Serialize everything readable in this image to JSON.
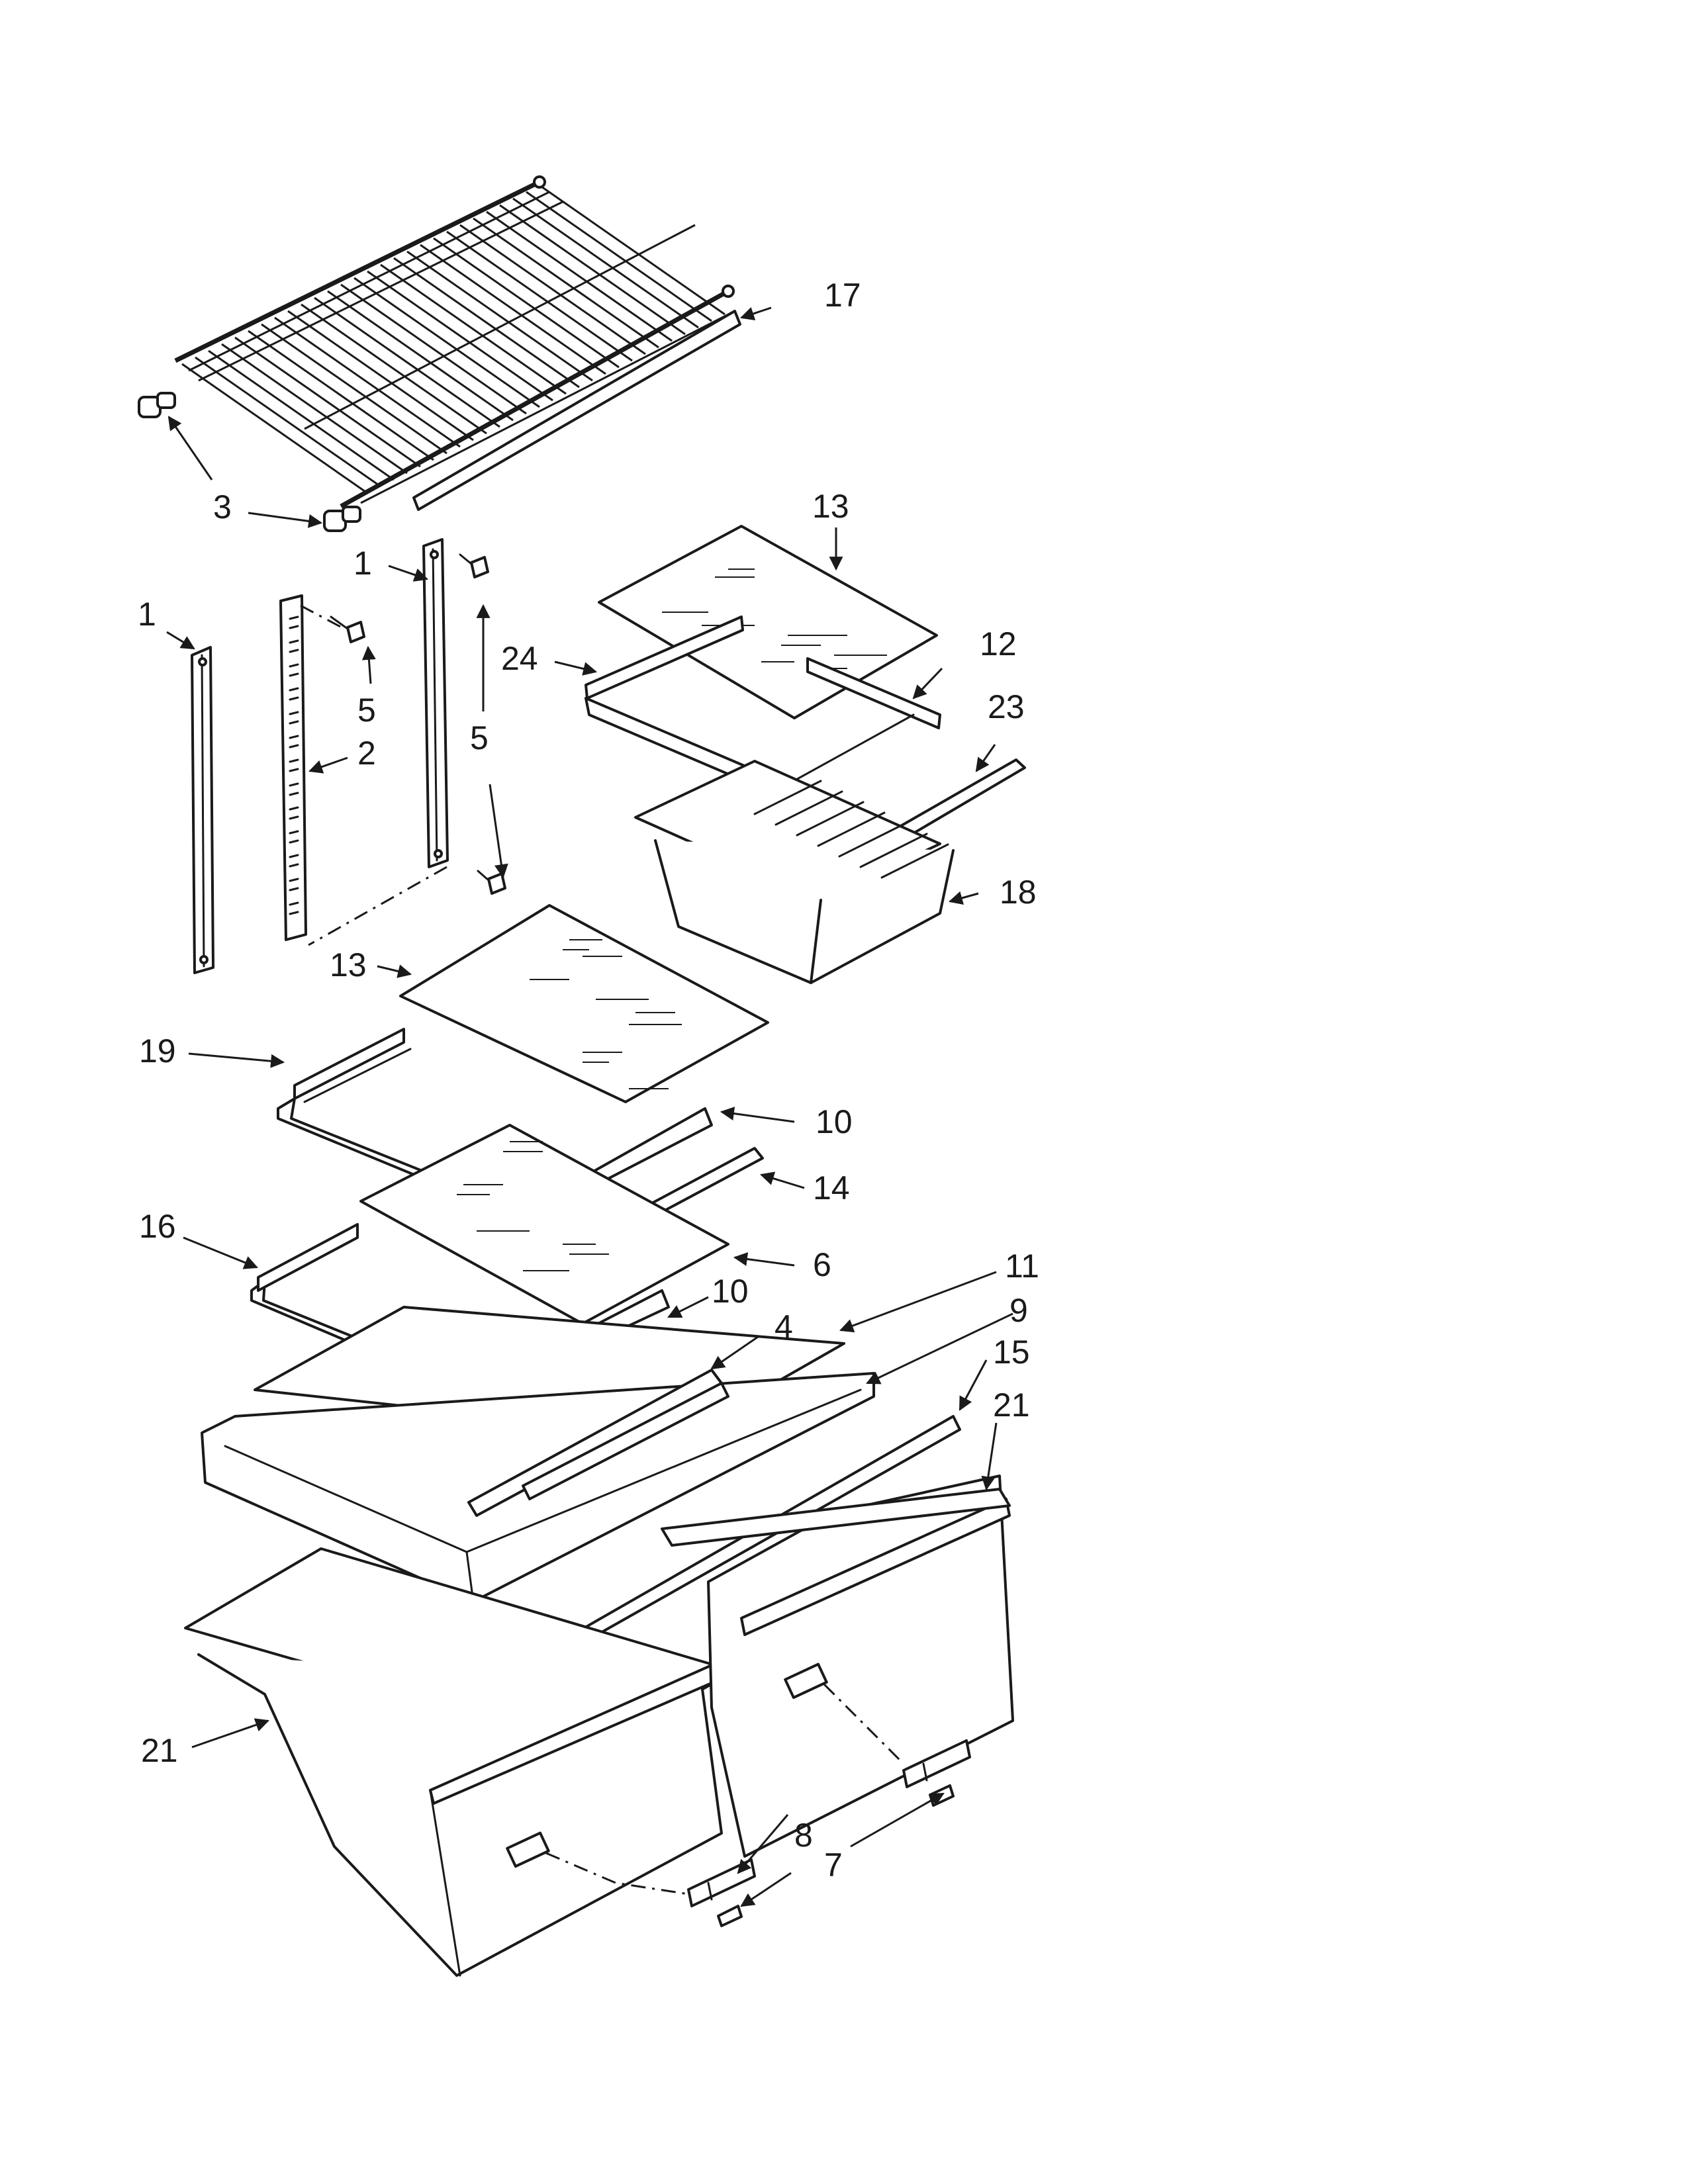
{
  "diagram": {
    "type": "exploded-parts-view",
    "callouts": [
      {
        "key": "17a",
        "label": "17"
      },
      {
        "key": "3a",
        "label": "3"
      },
      {
        "key": "13a",
        "label": "13"
      },
      {
        "key": "1a",
        "label": "1"
      },
      {
        "key": "1b",
        "label": "1"
      },
      {
        "key": "24a",
        "label": "24"
      },
      {
        "key": "12a",
        "label": "12"
      },
      {
        "key": "23a",
        "label": "23"
      },
      {
        "key": "5a",
        "label": "5"
      },
      {
        "key": "5b",
        "label": "5"
      },
      {
        "key": "2a",
        "label": "2"
      },
      {
        "key": "18a",
        "label": "18"
      },
      {
        "key": "13b",
        "label": "13"
      },
      {
        "key": "19a",
        "label": "19"
      },
      {
        "key": "10a",
        "label": "10"
      },
      {
        "key": "14a",
        "label": "14"
      },
      {
        "key": "16a",
        "label": "16"
      },
      {
        "key": "6a",
        "label": "6"
      },
      {
        "key": "11a",
        "label": "11"
      },
      {
        "key": "10b",
        "label": "10"
      },
      {
        "key": "9a",
        "label": "9"
      },
      {
        "key": "4a",
        "label": "4"
      },
      {
        "key": "15a",
        "label": "15"
      },
      {
        "key": "21a",
        "label": "21"
      },
      {
        "key": "21b",
        "label": "21"
      },
      {
        "key": "8a",
        "label": "8"
      },
      {
        "key": "7a",
        "label": "7"
      }
    ]
  }
}
